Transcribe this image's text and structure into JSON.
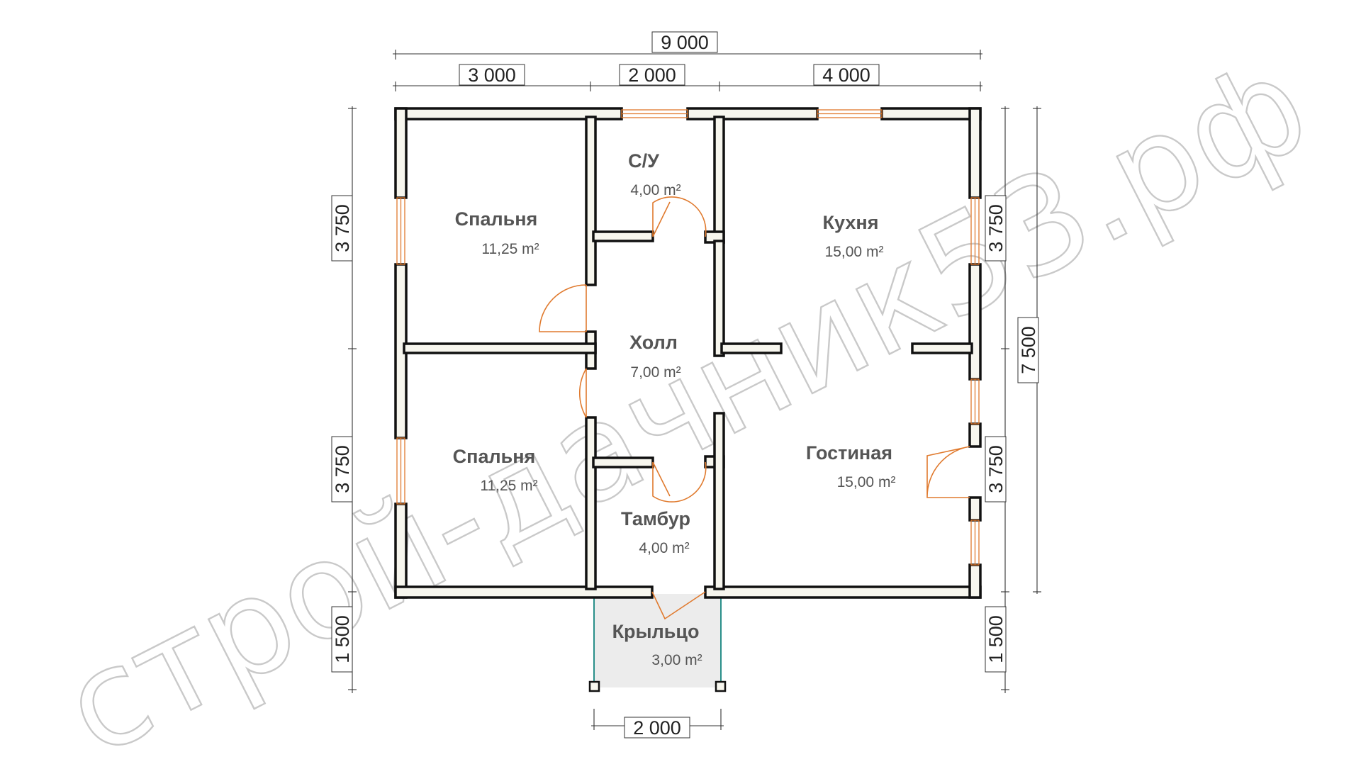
{
  "dimensions": {
    "total_width": "9 000",
    "segment_1": "3 000",
    "segment_2": "2 000",
    "segment_3": "4 000",
    "left_upper": "3 750",
    "left_lower": "3 750",
    "left_porch": "1 500",
    "right_upper": "3 750",
    "right_lower": "3 750",
    "right_porch": "1 500",
    "right_total": "7 500",
    "porch_width": "2 000"
  },
  "rooms": {
    "bedroom_1": {
      "name": "Спальня",
      "area": "11,25 m²"
    },
    "bathroom": {
      "name": "С/У",
      "area": "4,00 m²"
    },
    "kitchen": {
      "name": "Кухня",
      "area": "15,00 m²"
    },
    "hall": {
      "name": "Холл",
      "area": "7,00 m²"
    },
    "bedroom_2": {
      "name": "Спальня",
      "area": "11,25 m²"
    },
    "living_room": {
      "name": "Гостиная",
      "area": "15,00 m²"
    },
    "vestibule": {
      "name": "Тамбур",
      "area": "4,00 m²"
    },
    "porch": {
      "name": "Крыльцо",
      "area": "3,00 m²"
    }
  },
  "watermark": "строй-дачник53.рф",
  "colors": {
    "wall_fill": "#f7f6ee",
    "wall_stroke": "#111111",
    "door_arc": "#e07a2e",
    "window": "#e07a2e",
    "porch_fill": "#ececec",
    "porch_rail": "#2a8f8a",
    "dimension_line": "#333333"
  }
}
